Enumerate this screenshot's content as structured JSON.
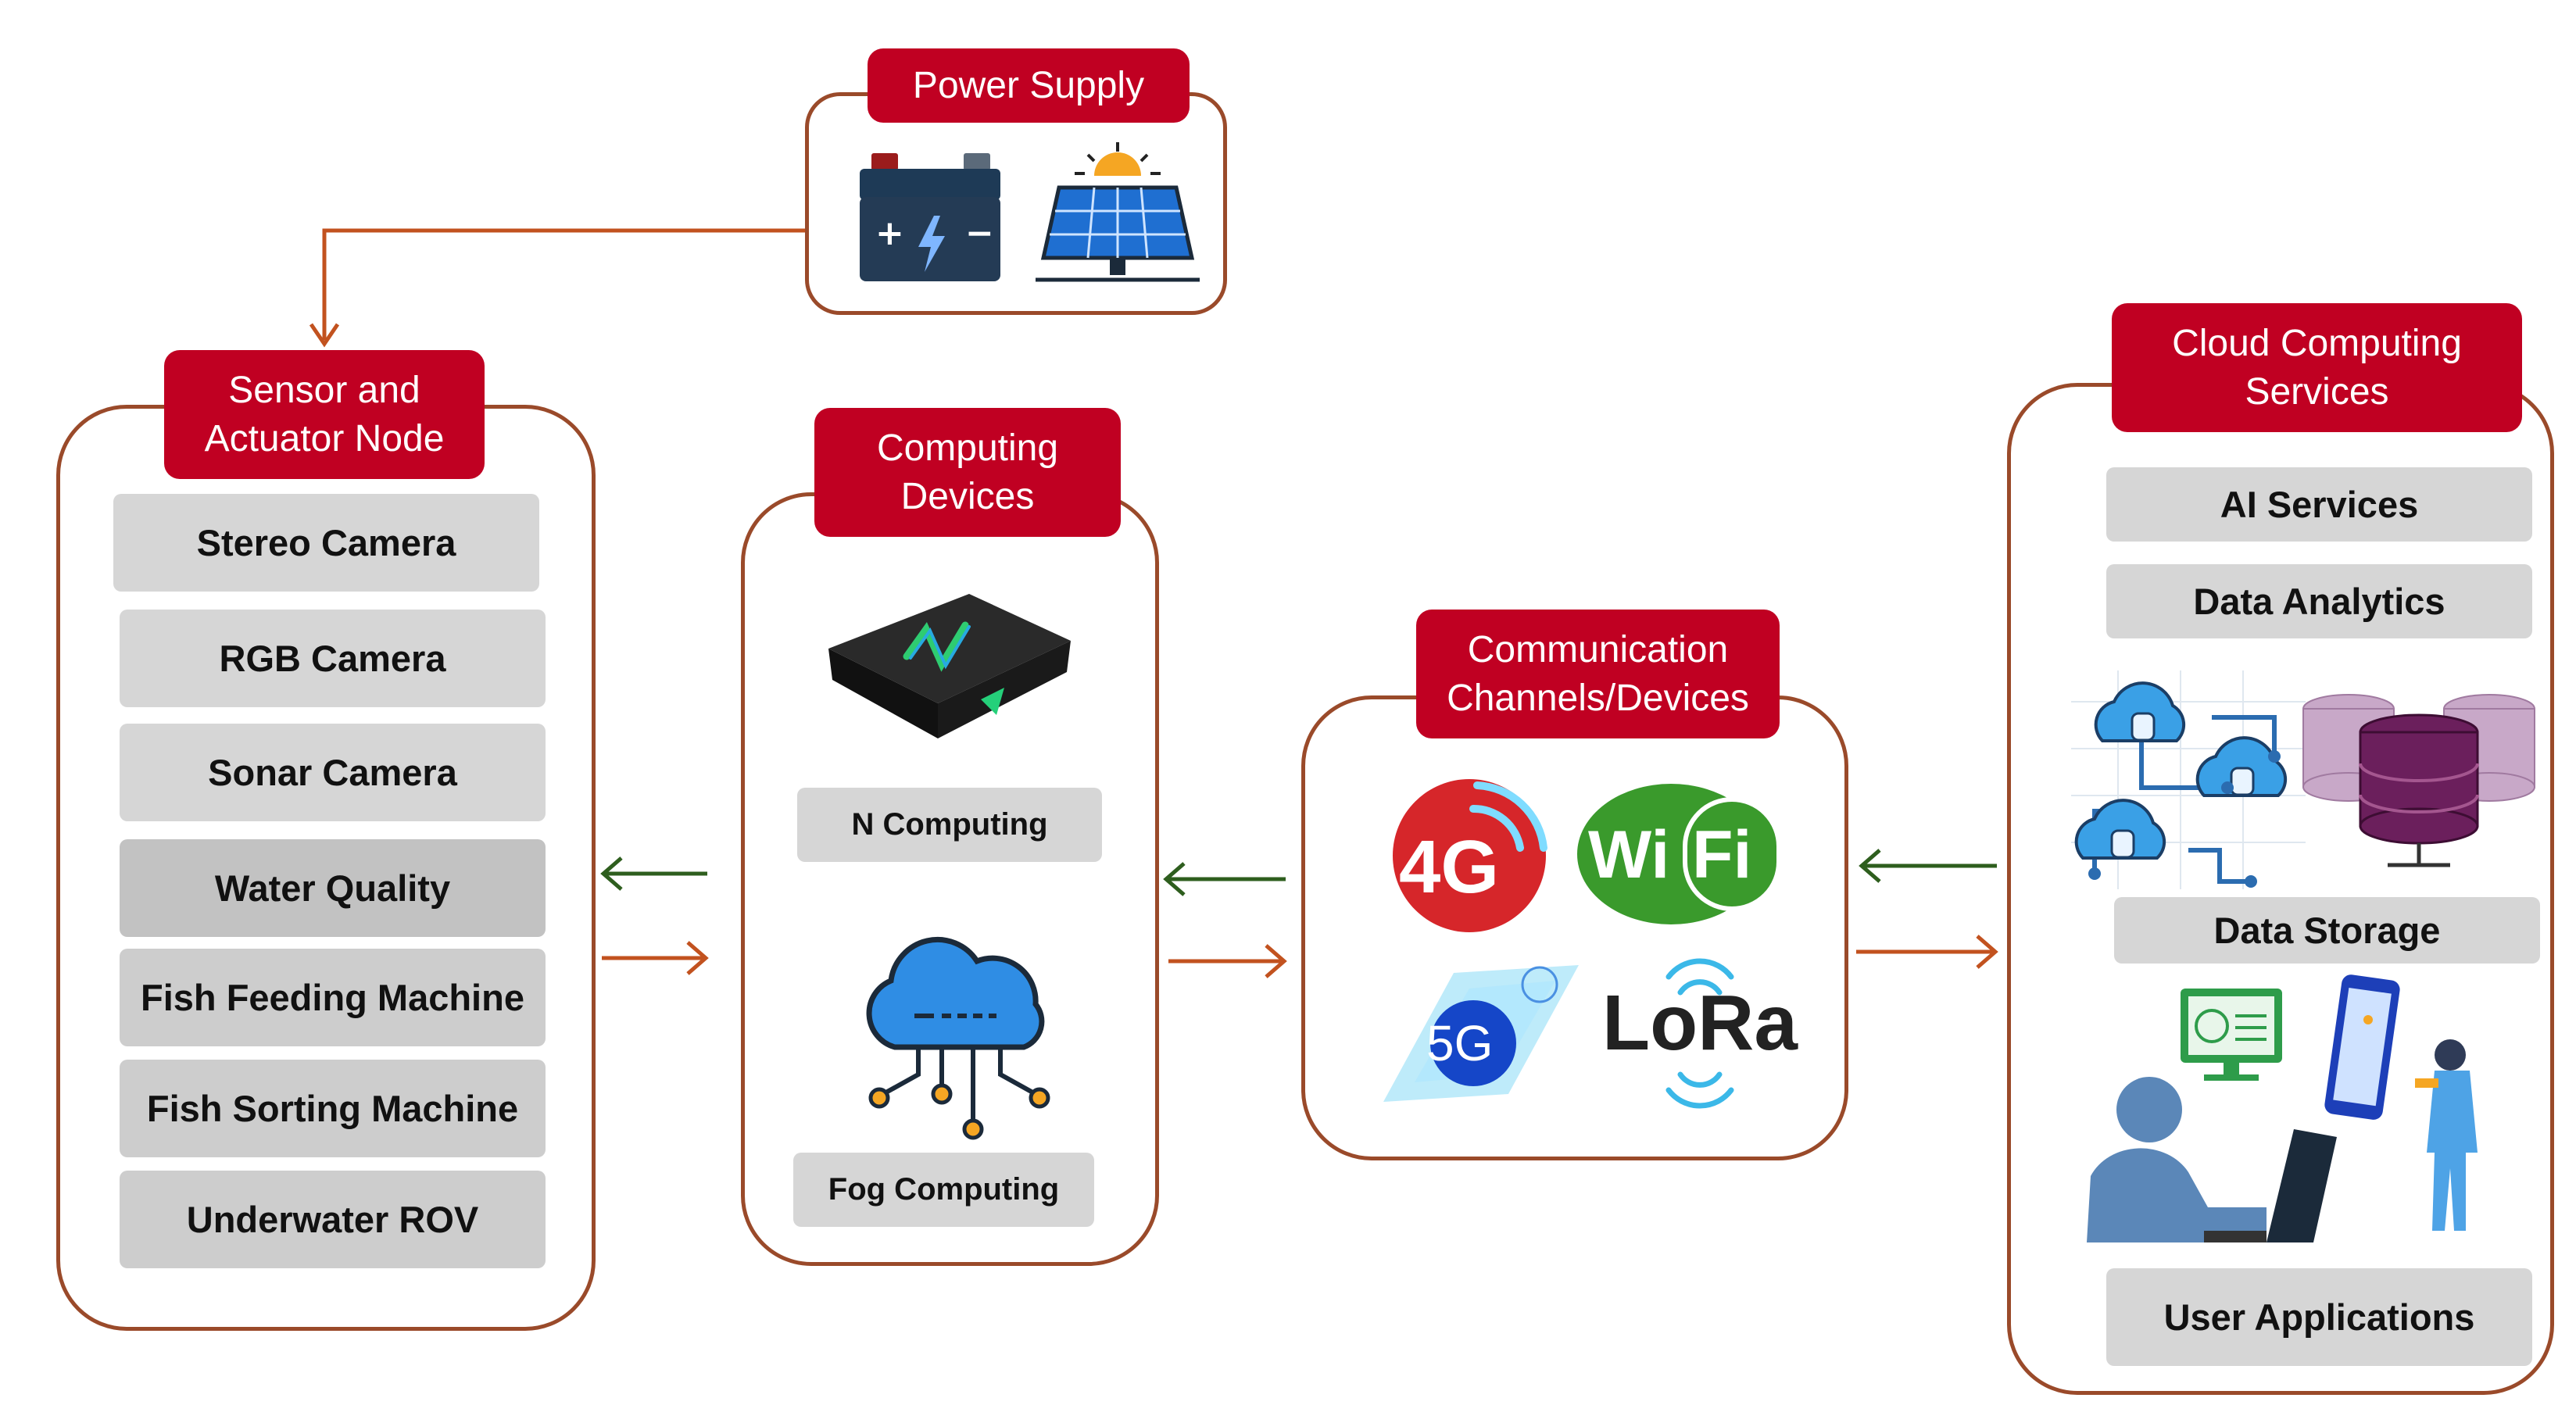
{
  "power": {
    "title": "Power Supply"
  },
  "sensor": {
    "title": "Sensor and\nActuator Node",
    "items": [
      "Stereo Camera",
      "RGB Camera",
      "Sonar Camera",
      "Water Quality",
      "Fish Feeding Machine",
      "Fish Sorting Machine",
      "Underwater ROV"
    ]
  },
  "computing": {
    "title": "Computing\nDevices",
    "items": [
      "N Computing",
      "Fog  Computing"
    ]
  },
  "comm": {
    "title": "Communication\nChannels/Devices",
    "logos": {
      "g4": "4G",
      "wifi_a": "Wi",
      "wifi_b": "Fi",
      "g5": "5G",
      "lora": "LoRa"
    }
  },
  "cloud": {
    "title": "Cloud Computing\nServices",
    "items": [
      "AI Services",
      "Data Analytics",
      "Data Storage",
      "User Applications"
    ]
  },
  "colors": {
    "accent": "#c00022",
    "border": "#9a4a2a",
    "arrow_green": "#2e5e1e",
    "arrow_orange": "#c2521f",
    "box_gray": "#d6d6d6"
  }
}
